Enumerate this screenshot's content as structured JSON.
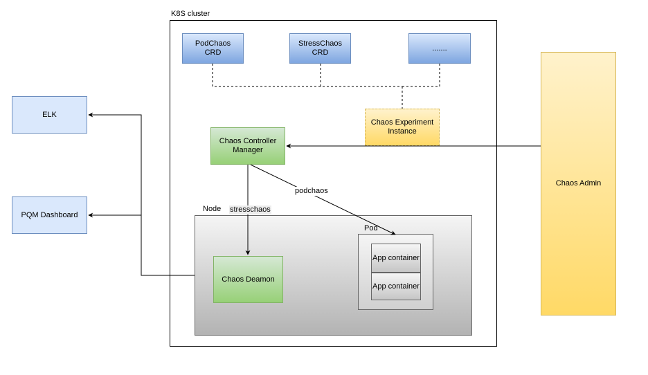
{
  "cluster": {
    "label": "K8S cluster"
  },
  "crds": [
    {
      "label": "PodChaos\nCRD"
    },
    {
      "label": "StressChaos\nCRD"
    },
    {
      "label": "......."
    }
  ],
  "experiment": {
    "label": "Chaos Experiment\nInstance"
  },
  "controller": {
    "label": "Chaos Controller\nManager"
  },
  "admin": {
    "label": "Chaos Admin"
  },
  "elk": {
    "label": "ELK"
  },
  "pqm": {
    "label": "PQM Dashboard"
  },
  "node": {
    "label": "Node"
  },
  "daemon": {
    "label": "Chaos Deamon"
  },
  "pod": {
    "label": "Pod"
  },
  "containers": [
    {
      "label": "App container"
    },
    {
      "label": "App container"
    }
  ],
  "edges": {
    "podchaos": "podchaos",
    "stresschaos": "stresschaos"
  },
  "colors": {
    "blue_fill_top": "#dae8fc",
    "blue_fill_bottom": "#7ea6e0",
    "green_fill_top": "#d5e8d4",
    "green_fill_bottom": "#97d077",
    "yellow_fill_top": "#fff2cc",
    "yellow_fill_bottom": "#ffd966",
    "gray_fill_top": "#f5f5f5",
    "gray_fill_bottom": "#b3b3b3"
  }
}
